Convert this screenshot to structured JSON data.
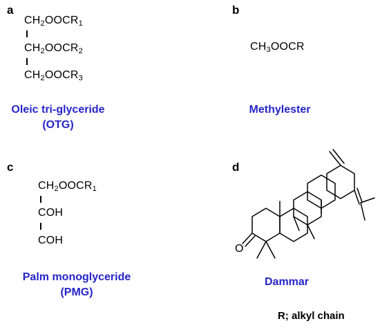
{
  "colors": {
    "caption": "#2525c8",
    "ink": "#000000"
  },
  "panels": {
    "a": {
      "letter": "a",
      "rows": [
        {
          "base": "CH",
          "s1": "2",
          "mid": "OOCR",
          "s2": "1"
        },
        {
          "base": "CH",
          "s1": "2",
          "mid": "OOCR",
          "s2": "2"
        },
        {
          "base": "CH",
          "s1": "2",
          "mid": "OOCR",
          "s2": "3"
        }
      ],
      "caption_line1": "Oleic tri-glyceride",
      "caption_line2": "(OTG)"
    },
    "b": {
      "letter": "b",
      "formula": {
        "base": "CH",
        "s1": "3",
        "mid": "OOCR"
      },
      "caption": "Methylester"
    },
    "c": {
      "letter": "c",
      "row1": {
        "base": "CH",
        "s1": "2",
        "mid": "OOCR",
        "s2": "1"
      },
      "row2": "COH",
      "row3": "COH",
      "caption_line1": "Palm monoglyceride",
      "caption_line2": "(PMG)"
    },
    "d": {
      "letter": "d",
      "oxygen_label": "O",
      "caption": "Dammar"
    }
  },
  "note": "R; alkyl chain"
}
